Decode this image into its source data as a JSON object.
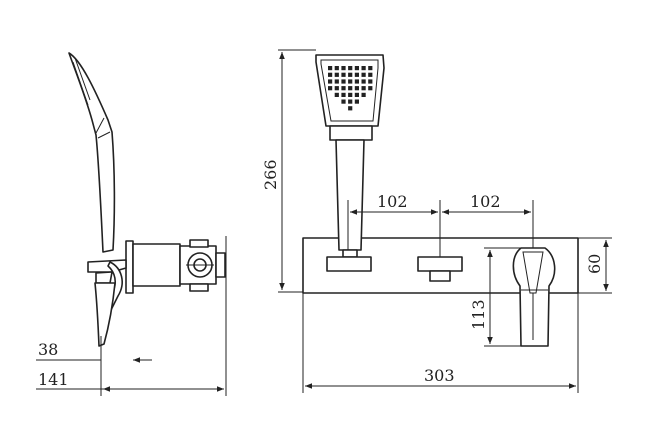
{
  "dimensions": {
    "side_total_depth": "141",
    "side_handshower_offset": "38",
    "front_overall_height": "266",
    "front_spacing_left": "102",
    "front_spacing_right": "102",
    "front_plate_height": "60",
    "front_lever_height": "113",
    "front_plate_width": "303"
  }
}
